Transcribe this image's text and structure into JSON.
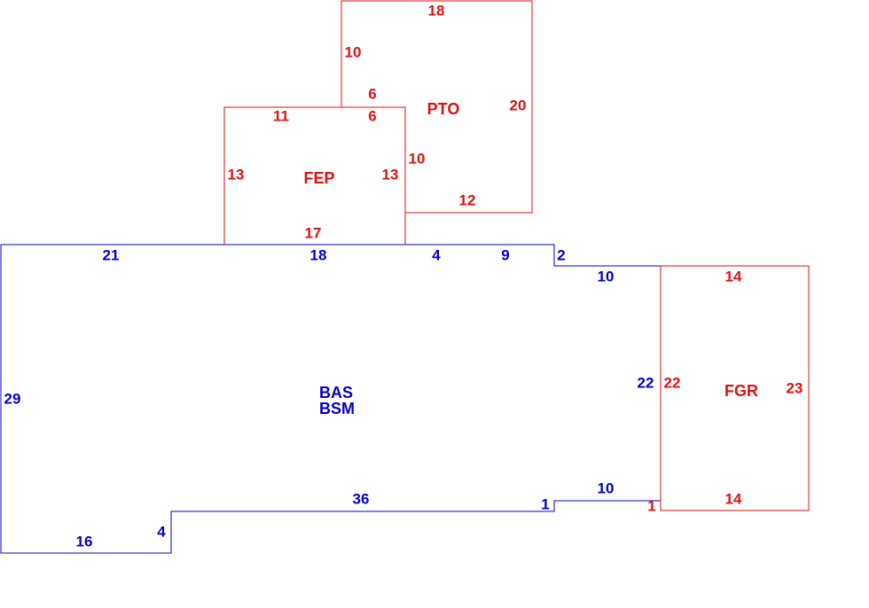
{
  "colors": {
    "main_area": "#0000cc",
    "addition": "#dd1111",
    "background": "#ffffff"
  },
  "areas": {
    "main": {
      "code_1": "BAS",
      "code_2": "BSM"
    },
    "fep": {
      "code": "FEP"
    },
    "pto": {
      "code": "PTO"
    },
    "fgr": {
      "code": "FGR"
    }
  },
  "dimensions": {
    "main": {
      "top_left": "21",
      "top_mid": "18",
      "top_a": "4",
      "top_b": "9",
      "step_down": "2",
      "right_top": "10",
      "right_side": "22",
      "right_bottom": "10",
      "notch": "1",
      "bottom_long": "36",
      "bottom_step": "4",
      "bottom_short": "16",
      "left_side": "29"
    },
    "fep": {
      "top_left": "11",
      "top_right": "6",
      "left": "13",
      "right": "13",
      "bottom": "17"
    },
    "pto": {
      "top": "18",
      "left_upper": "10",
      "inner_top": "6",
      "right": "20",
      "left_lower": "10",
      "bottom": "12"
    },
    "fgr": {
      "top": "14",
      "left": "22",
      "right": "23",
      "bottom": "14",
      "notch": "1"
    }
  }
}
